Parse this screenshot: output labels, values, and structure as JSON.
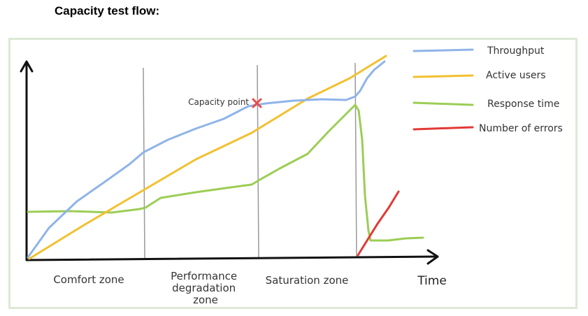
{
  "title": "Capacity test flow:",
  "zones": [
    {
      "lines": [
        "Comfort zone"
      ]
    },
    {
      "lines": [
        "Performance",
        "degradation",
        "zone"
      ]
    },
    {
      "lines": [
        "Saturation zone"
      ]
    }
  ],
  "x_axis_label": "Time",
  "annotation": {
    "label": "Capacity point",
    "marker": "x-mark-icon"
  },
  "legend": [
    {
      "label": "Throughput",
      "color": "#8fb4e8"
    },
    {
      "label": "Active users",
      "color": "#f2c030"
    },
    {
      "label": "Response time",
      "color": "#9ccd55"
    },
    {
      "label": "Number of errors",
      "color": "#e23a36"
    }
  ],
  "colors": {
    "axis": "#111111",
    "divider": "#999999",
    "marker": "#e84a4a",
    "frame_border": "#dde9d4"
  }
}
